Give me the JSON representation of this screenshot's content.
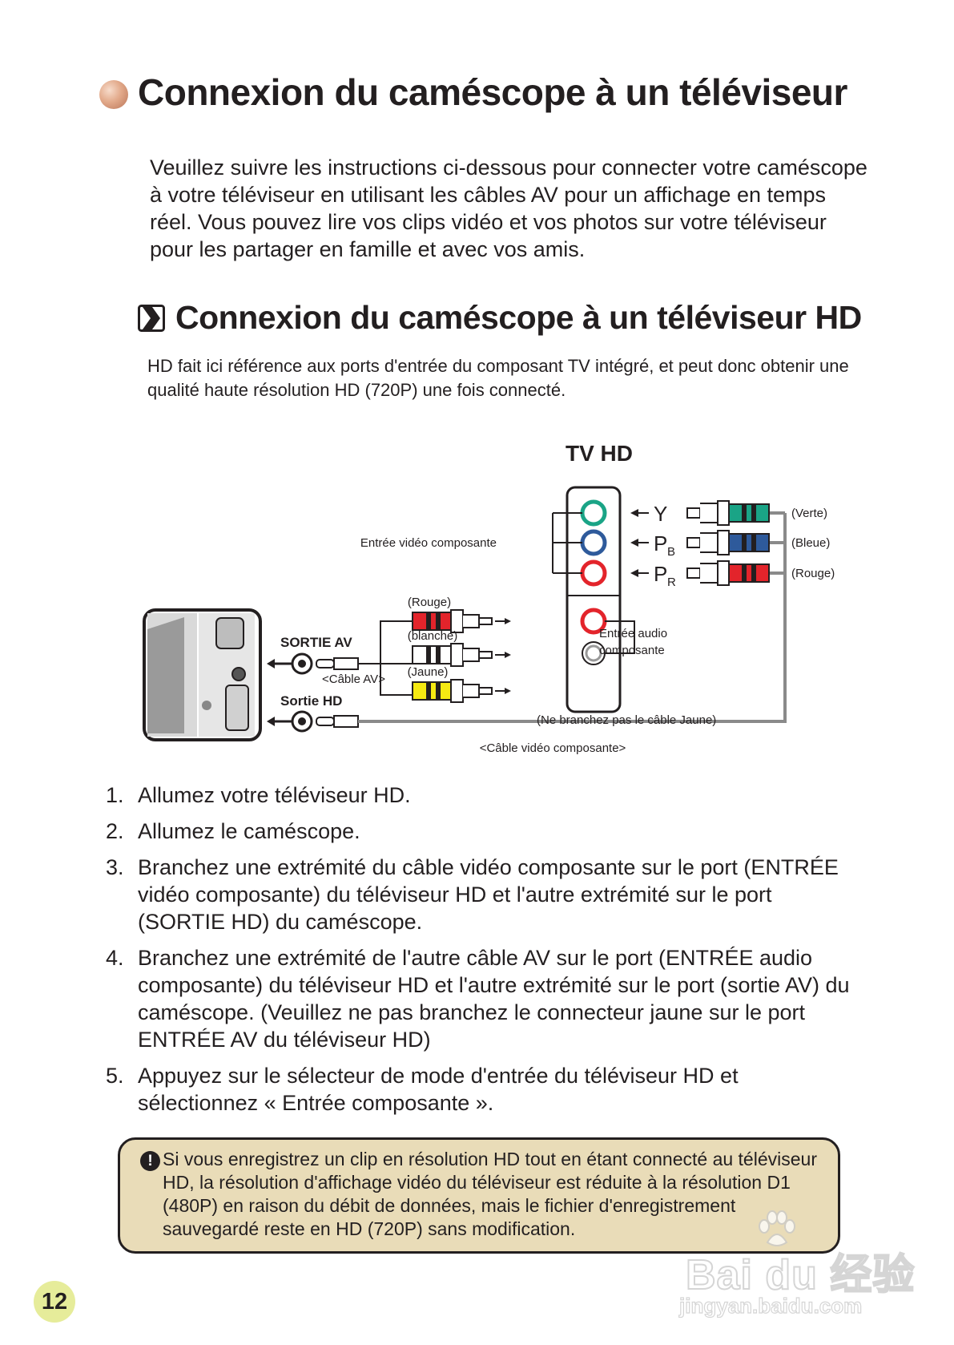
{
  "header": {
    "title": "Connexion du caméscope à un téléviseur"
  },
  "intro": "Veuillez suivre les instructions ci-dessous pour connecter votre caméscope à votre téléviseur en utilisant les câbles AV pour un affichage en temps réel. Vous pouvez lire vos clips vidéo et vos photos sur votre téléviseur pour les partager en famille et avec vos amis.",
  "section": {
    "title": "Connexion du caméscope à un téléviseur HD",
    "note": "HD fait ici référence aux ports d'entrée du composant TV intégré, et peut donc obtenir une qualité haute résolution HD (720P) une fois connecté."
  },
  "diagram": {
    "tv_title": "TV HD",
    "component_video_in": "Entrée vidéo composante",
    "port_y": "Y",
    "port_pb": "P",
    "port_pb_sub": "B",
    "port_pr": "P",
    "port_pr_sub": "R",
    "label_green": "(Verte)",
    "label_blue": "(Bleue)",
    "label_red": "(Rouge)",
    "av_red": "(Rouge)",
    "av_white": "(blanche)",
    "av_yellow": "(Jaune)",
    "av_out": "SORTIE AV",
    "hd_out": "Sortie HD",
    "av_cable": "<Câble AV>",
    "audio_in_line1": "Entrée audio",
    "audio_in_line2": "composante",
    "no_yellow": "(Ne branchez pas le câble Jaune)",
    "component_cable": "<Câble vidéo composante>",
    "colors": {
      "green": "#1aa486",
      "blue": "#2e5a9b",
      "red": "#e3242b",
      "white": "#ffffff",
      "yellow": "#f6ea12"
    }
  },
  "steps": [
    {
      "num": "1.",
      "text": "Allumez votre téléviseur HD."
    },
    {
      "num": "2.",
      "text": "Allumez le caméscope."
    },
    {
      "num": "3.",
      "text": "Branchez une extrémité du câble vidéo composante sur le port (ENTRÉE vidéo composante) du téléviseur HD et l'autre extrémité sur le port (SORTIE HD) du caméscope."
    },
    {
      "num": "4.",
      "text": "Branchez une extrémité de l'autre câble AV sur le port (ENTRÉE audio composante) du téléviseur HD et l'autre extrémité sur le port (sortie AV) du caméscope. (Veuillez ne pas branchez le connecteur jaune sur le port ENTRÉE AV du téléviseur HD)"
    },
    {
      "num": "5.",
      "text": "Appuyez sur le sélecteur de mode d'entrée du téléviseur HD et sélectionnez « Entrée composante »."
    }
  ],
  "note": {
    "icon": "exclamation-icon",
    "icon_glyph": "!",
    "text": "Si vous enregistrez un clip en résolution HD tout en étant connecté au téléviseur HD, la résolution d'affichage vidéo du téléviseur est réduite à la résolution D1 (480P) en raison du débit de données, mais le fichier d'enregistrement sauvegardé reste en HD (720P) sans modification."
  },
  "page_number": "12",
  "watermark": {
    "brand": "Bai du 经验",
    "url": "jingyan.baidu.com"
  }
}
